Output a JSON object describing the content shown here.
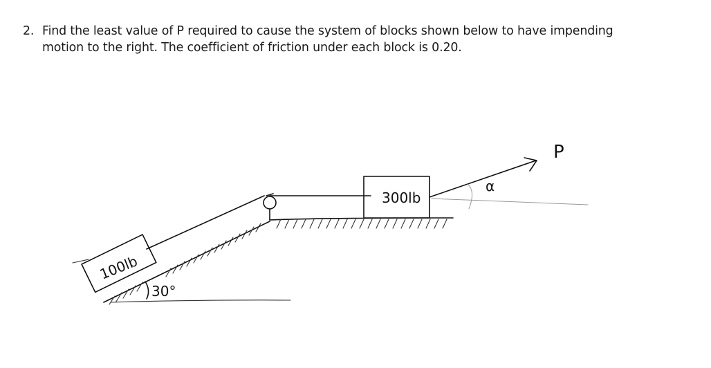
{
  "problem": {
    "number": "2.",
    "text": "Find the least value of P required to cause the system of blocks shown below to have impending\nmotion to the right. The coefficient of friction under each block is 0.20."
  },
  "figure": {
    "block_left_label": "100lb",
    "block_right_label": "300lb",
    "incline_angle_label": "30°",
    "force_label": "P",
    "force_angle_label": "α"
  }
}
